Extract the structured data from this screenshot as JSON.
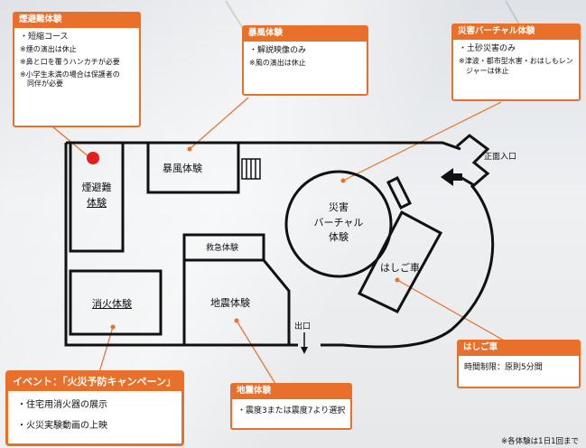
{
  "callouts": {
    "smoke": {
      "title": "煙避難体験",
      "lines": [
        "・短縮コース",
        "※煙の演出は休止",
        "※鼻と口を覆うハンカチが必要",
        "※小学生未満の場合は保護者の",
        "　同伴が必要"
      ]
    },
    "storm": {
      "title": "暴風体験",
      "lines": [
        "・解説映像のみ",
        "※風の演出は休止"
      ]
    },
    "virtual": {
      "title": "災害バーチャル体験",
      "lines": [
        "・土砂災害のみ",
        "※津波・都市型水害・おはしもレン",
        "　ジャーは休止"
      ]
    },
    "ladder": {
      "title": "はしご車",
      "lines": [
        "時間制限：原則5分間"
      ]
    },
    "quake": {
      "title": "地震体験",
      "lines": [
        "・震度3または震度7より選択"
      ]
    }
  },
  "event": {
    "title": "イベント：「火災予防キャンペーン」",
    "lines": [
      "・住宅用消火器の展示",
      "・火災実験動画の上映"
    ]
  },
  "rooms": {
    "smoke": [
      "煙避難",
      "体験"
    ],
    "storm": "暴風体験",
    "firstaid": "救急体験",
    "extinguish": "消火体験",
    "quake": "地震体験",
    "virtual": [
      "災害",
      "バーチャル",
      "体験"
    ],
    "ladder": "はしご車"
  },
  "map_labels": {
    "entrance": "正面入口",
    "exit": "出口"
  },
  "footnote": "※各体験は1日1回まで",
  "colors": {
    "accent": "#e8702a",
    "marker": "#e0201e"
  }
}
